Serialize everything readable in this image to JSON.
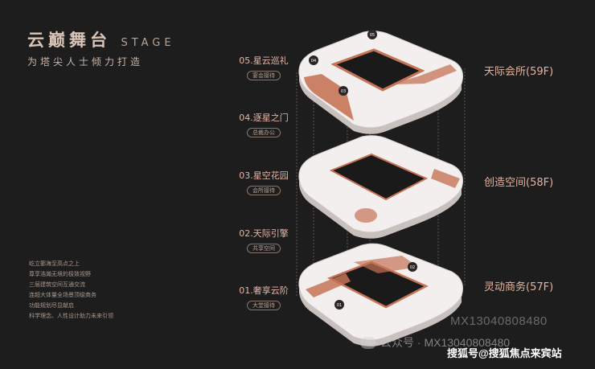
{
  "header": {
    "title_cn": "云巅舞台",
    "title_en": "STAGE",
    "subtitle": "为塔尖人士倾力打造"
  },
  "zones": [
    {
      "name": "05.星云巡礼",
      "tag": "宴会接待"
    },
    {
      "name": "04.逐星之门",
      "tag": "总裁办公"
    },
    {
      "name": "03.星空花园",
      "tag": "会所接待"
    },
    {
      "name": "02.天际引擎",
      "tag": "共享空间"
    },
    {
      "name": "01.奢享云阶",
      "tag": "大堂接待"
    }
  ],
  "floors": [
    {
      "label": "天际会所(59F)",
      "markers": [
        "04",
        "05",
        "03"
      ]
    },
    {
      "label": "创造空间(58F)",
      "markers": []
    },
    {
      "label": "灵动商务(57F)",
      "markers": [
        "02",
        "01"
      ]
    }
  ],
  "bullets": [
    "屹立鄞海至高点之上",
    "尊享浩瀚无垠的极致视野",
    "三层建筑空间互通交流",
    "连超大体量全场景顶级商务",
    "功能规划尽显献启",
    "科学理念、人性设计助力未来引领"
  ],
  "watermarks": {
    "wechat": "公众号 · MX13040808480",
    "id": "MX13040808480",
    "site": "搜狐号@搜狐焦点来宾站"
  },
  "colors": {
    "background": "#1e1d1d",
    "accent": "#e4b6a6",
    "terracotta": "#c67457",
    "floor_white": "#f2efee"
  }
}
